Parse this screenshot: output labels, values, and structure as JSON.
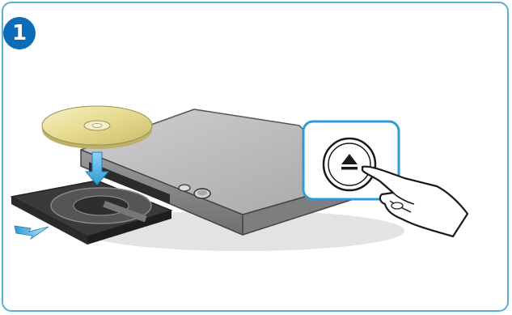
{
  "step": {
    "number": "1"
  },
  "colors": {
    "frame_border": "#5aaed9",
    "badge": "#0b6db8",
    "highlight_border": "#2f9ad8",
    "arrow": "#56b6e8",
    "device_body": "#b9b9bb",
    "disc_gold": "#e9df98"
  },
  "icons": [
    "step-number-badge",
    "optical-disc",
    "insert-disc-arrow",
    "eject-button-icon",
    "pointing-hand",
    "pull-out-tray-arrow"
  ]
}
